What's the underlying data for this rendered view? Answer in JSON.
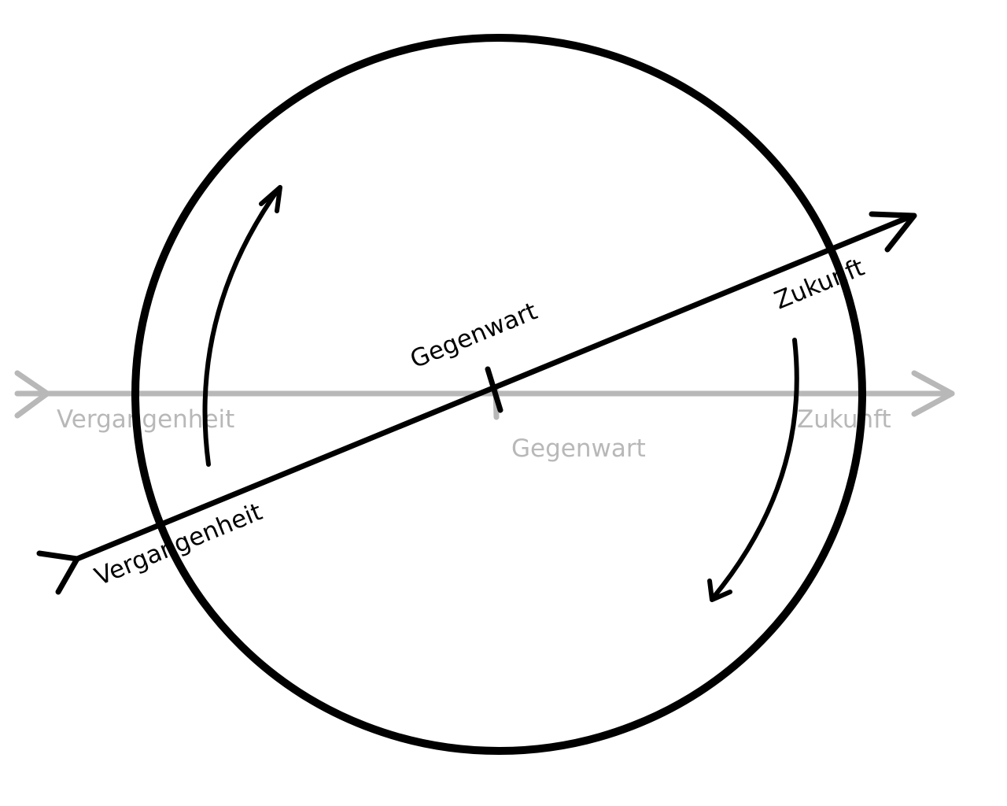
{
  "colors": {
    "ink": "#000000",
    "faded": "#b8b8b8",
    "background": "#ffffff"
  },
  "horizontal_timeline": {
    "past_label": "Vergangenheit",
    "present_label": "Gegenwart",
    "future_label": "Zukunft"
  },
  "tilted_timeline": {
    "past_label": "Vergangenheit",
    "present_label": "Gegenwart",
    "future_label": "Zukunft"
  }
}
